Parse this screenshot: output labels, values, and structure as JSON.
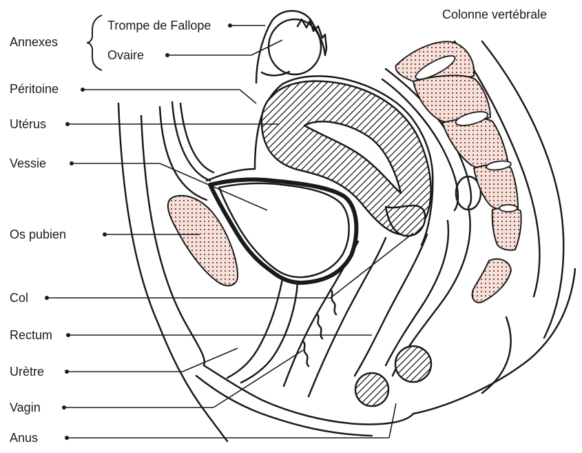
{
  "labels": {
    "annexes": "Annexes",
    "trompe": "Trompe de Fallope",
    "ovaire": "Ovaire",
    "peritoine": "Péritoine",
    "uterus": "Utérus",
    "vessie": "Vessie",
    "os_pubien": "Os pubien",
    "col": "Col",
    "rectum": "Rectum",
    "uretre": "Urètre",
    "vagin": "Vagin",
    "anus": "Anus",
    "colonne": "Colonne vertébrale"
  },
  "colors": {
    "ink": "#1a1a1a",
    "bone_dots": "#8b2a1a",
    "bone_fill": "#f3e2dc"
  }
}
